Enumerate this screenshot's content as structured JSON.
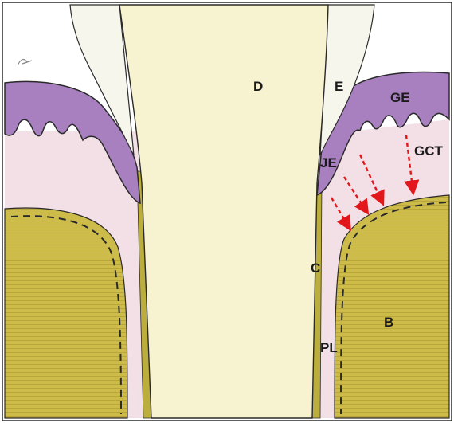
{
  "diagram": {
    "labels": {
      "dentin": "D",
      "enamel": "E",
      "gingival_epithelium": "GE",
      "gingival_connective_tissue": "GCT",
      "junctional_epithelium": "JE",
      "cementum": "C",
      "bone": "B",
      "periodontal_ligament": "PL"
    },
    "arrows": {
      "count": 4,
      "style": "dashed"
    },
    "colors": {
      "dentin": "#f7f2cf",
      "enamel": "#f6f6ec",
      "epithelium": "#a880c0",
      "connective_tissue": "#f3dfe6",
      "bone": "#cdbb4a",
      "cementum": "#bcae3c",
      "arrow": "#e3161b",
      "outline": "#2a2a2a"
    }
  }
}
